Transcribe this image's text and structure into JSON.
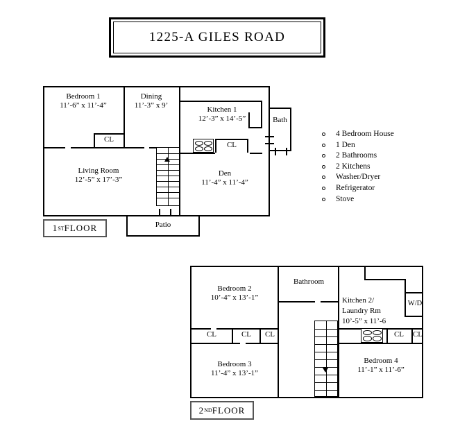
{
  "title": {
    "text": "1225-A GILES ROAD"
  },
  "floor1": {
    "caption_prefix": "1",
    "caption_sup": "ST",
    "caption_suffix": " FLOOR",
    "rooms": [
      {
        "name": "Bedroom 1",
        "dim": "11’-6” x 11’-4”"
      },
      {
        "name": "Dining",
        "dim": "11’-3” x 9’"
      },
      {
        "name": "Kitchen 1",
        "dim": "12’-3” x 14’-5”"
      },
      {
        "name": "Living Room",
        "dim": "12’-5” x 17’-3”"
      },
      {
        "name": "Den",
        "dim": "11’-4” x 11’-4”"
      }
    ],
    "bath_label": "Bath",
    "patio_label": "Patio",
    "closets": [
      "CL",
      "CL"
    ]
  },
  "floor2": {
    "caption_prefix": "2",
    "caption_sup": "ND",
    "caption_suffix": " FLOOR",
    "rooms": [
      {
        "name": "Bedroom 2",
        "dim": "10’-4” x 13’-1”"
      },
      {
        "name": "Bedroom 3",
        "dim": "11’-4” x 13’-1”"
      },
      {
        "name": "Bedroom 4",
        "dim": "11’-1” x 11’-6”"
      }
    ],
    "bathroom_label": "Bathroom",
    "kitchen2": {
      "line1": "Kitchen 2/",
      "line2": "Laundry Rm",
      "line3": "10’-5” x 11’-6"
    },
    "wd_label": "W/D",
    "closets": [
      "CL",
      "CL",
      "CL",
      "CL",
      "CL"
    ]
  },
  "features": {
    "items": [
      "4 Bedroom House",
      "1 Den",
      "2 Bathrooms",
      "2 Kitchens",
      "Washer/Dryer",
      "Refrigerator",
      "Stove"
    ]
  },
  "colors": {
    "wall": "#000000",
    "background": "#ffffff",
    "caption_border": "#555555"
  }
}
